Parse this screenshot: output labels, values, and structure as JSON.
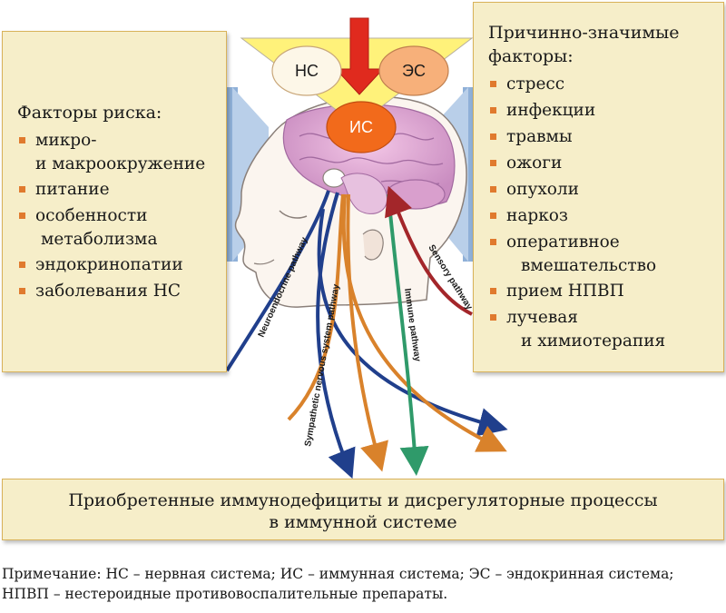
{
  "header_circles": {
    "ns": "НС",
    "es": "ЭС",
    "is": "ИС"
  },
  "pathways": {
    "neuroendocrine": "Neuroendocrine pathway",
    "sympathetic": "Sympathetic nervous system pathway",
    "immune": "Immune pathway",
    "sensory": "Sensory pathway"
  },
  "risk_factors": {
    "title": "Факторы риска:",
    "items": [
      {
        "line1": "микро-",
        "line2": "и макроокружение"
      },
      {
        "line1": "питание",
        "line2": ""
      },
      {
        "line1": "особенности",
        "line2": "метаболизма"
      },
      {
        "line1": "эндокринопатии",
        "line2": ""
      },
      {
        "line1": "заболевания НС",
        "line2": ""
      }
    ]
  },
  "causal_factors": {
    "title_line1": "Причинно-значимые",
    "title_line2": "факторы:",
    "items": [
      {
        "line1": "стресс",
        "line2": ""
      },
      {
        "line1": "инфекции",
        "line2": ""
      },
      {
        "line1": "травмы",
        "line2": ""
      },
      {
        "line1": "ожоги",
        "line2": ""
      },
      {
        "line1": "опухоли",
        "line2": ""
      },
      {
        "line1": "наркоз",
        "line2": ""
      },
      {
        "line1": "оперативное",
        "line2": "вмешательство"
      },
      {
        "line1": "прием НПВП",
        "line2": ""
      },
      {
        "line1": "лучевая",
        "line2": "и химиотерапия"
      }
    ]
  },
  "outcome": {
    "line1": "Приобретенные иммунодефициты и дисрегуляторные процессы",
    "line2": "в иммунной системе"
  },
  "note": {
    "line1": "Примечание: НС – нервная система; ИС – иммунная система; ЭС – эндокринная система;",
    "line2": "НПВП – нестероидные противовоспалительные препараты."
  },
  "colors": {
    "box_fill": "#f6eec9",
    "box_border": "#d8b25a",
    "bullet": "#e07a2e",
    "triangle": "#fff27a",
    "arrow_red": "#e02a1e",
    "circle_is": "#f26a1b",
    "circle_es": "#f7b07a",
    "circle_ns": "#fdf7e8",
    "pathway_blue": "#203f8c",
    "pathway_orange": "#d9822b",
    "pathway_green": "#2f9a6a",
    "pathway_red": "#a3262a"
  }
}
